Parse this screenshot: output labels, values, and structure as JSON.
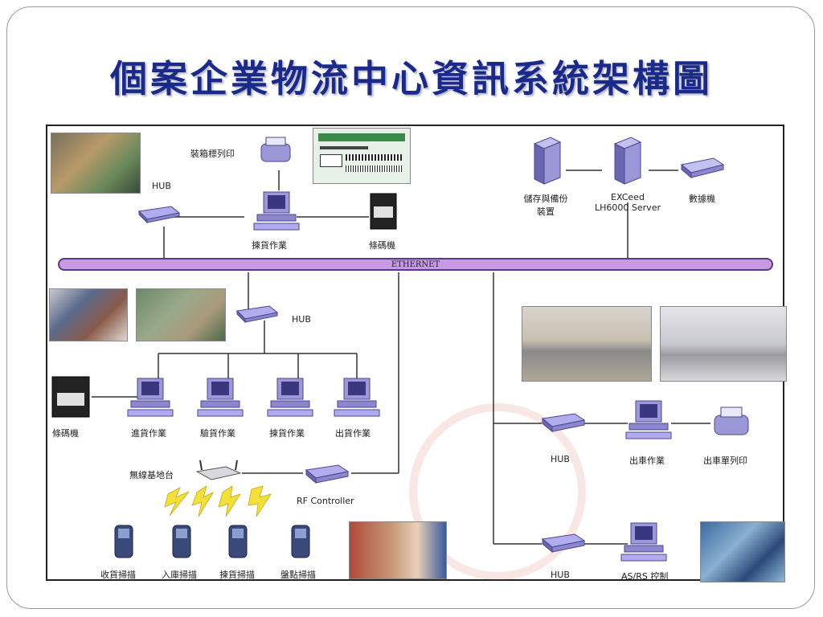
{
  "title": "個案企業物流中心資訊系統架構圖",
  "ethernet": "ETHERNET",
  "labels": {
    "barcode_printer_top": "裝箱標列印",
    "hub_top": "HUB",
    "picking_op": "揀貨作業",
    "printer_top": "條碼機",
    "storage_device": "儲存與備份",
    "storage_device_2": "裝置",
    "server_1": "EXCeed",
    "server_2": "LH6000 Server",
    "data_machine": "數據機",
    "hub_mid": "HUB",
    "printer_left": "條碼機",
    "ws1": "進貨作業",
    "ws2": "驗貨作業",
    "ws3": "揀貨作業",
    "ws4": "出貨作業",
    "wireless_base": "無線基地台",
    "rf_controller": "RF Controller",
    "hh1": "收貨掃描",
    "hh2": "入庫掃描",
    "hh3": "揀貨掃描",
    "hh4": "盤點掃描",
    "hub_right1": "HUB",
    "shipping_op": "出車作業",
    "barcode_printer_right": "出車單列印",
    "hub_right2": "HUB",
    "asrs": "AS/RS 控制"
  },
  "icons": {
    "workstation": "workstation-icon",
    "hub": "hub-icon",
    "printer": "printer-icon",
    "label_printer": "label-printer-icon",
    "server": "server-icon",
    "handheld": "handheld-scanner-icon",
    "access_point": "wireless-access-point-icon"
  },
  "colors": {
    "title": "#1a2a8a",
    "ethernet_fill": "#c79ae6",
    "device": "#8c86cf",
    "lines": "#333333"
  }
}
